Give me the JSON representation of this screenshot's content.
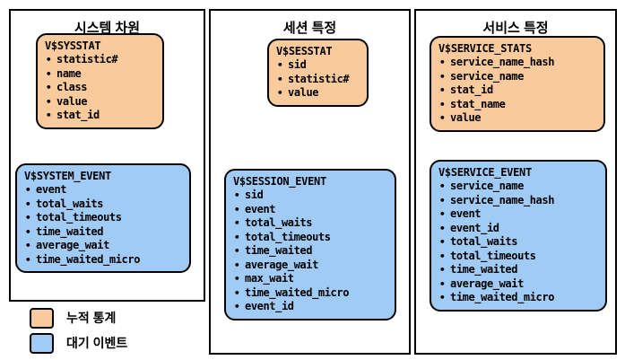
{
  "diagram": {
    "title_hidden": "",
    "columns": [
      {
        "id": "system",
        "title": "시스템 차원",
        "boxes": [
          {
            "id": "sysstat",
            "kind": "stat",
            "name": "V$SYSSTAT",
            "fields": [
              "statistic#",
              "name",
              "class",
              "value",
              "stat_id"
            ]
          },
          {
            "id": "system_event",
            "kind": "event",
            "name": "V$SYSTEM_EVENT",
            "fields": [
              "event",
              "total_waits",
              "total_timeouts",
              "time_waited",
              "average_wait",
              "time_waited_micro"
            ]
          }
        ]
      },
      {
        "id": "session",
        "title": "세션 특정",
        "boxes": [
          {
            "id": "sesstat",
            "kind": "stat",
            "name": "V$SESSTAT",
            "fields": [
              "sid",
              "statistic#",
              "value"
            ]
          },
          {
            "id": "session_event",
            "kind": "event",
            "name": "V$SESSION_EVENT",
            "fields": [
              "sid",
              "event",
              "total_waits",
              "total_timeouts",
              "time_waited",
              "average_wait",
              "max_wait",
              "time_waited_micro",
              "event_id"
            ]
          }
        ]
      },
      {
        "id": "service",
        "title": "서비스 특정",
        "boxes": [
          {
            "id": "service_stats",
            "kind": "stat",
            "name": "V$SERVICE_STATS",
            "fields": [
              "service_name_hash",
              "service_name",
              "stat_id",
              "stat_name",
              "value"
            ]
          },
          {
            "id": "service_event",
            "kind": "event",
            "name": "V$SERVICE_EVENT",
            "fields": [
              "service_name",
              "service_name_hash",
              "event",
              "event_id",
              "total_waits",
              "total_timeouts",
              "time_waited",
              "average_wait",
              "time_waited_micro"
            ]
          }
        ]
      }
    ],
    "legend": [
      {
        "id": "stat",
        "label": "누적 통계",
        "color": "#F9CB9C"
      },
      {
        "id": "event",
        "label": "대기 이벤트",
        "color": "#9FCBF4"
      }
    ],
    "colors": {
      "stat_fill": "#F9CB9C",
      "event_fill": "#9FCBF4",
      "border": "#000000",
      "background": "#FFFFFF",
      "text": "#000000"
    }
  }
}
